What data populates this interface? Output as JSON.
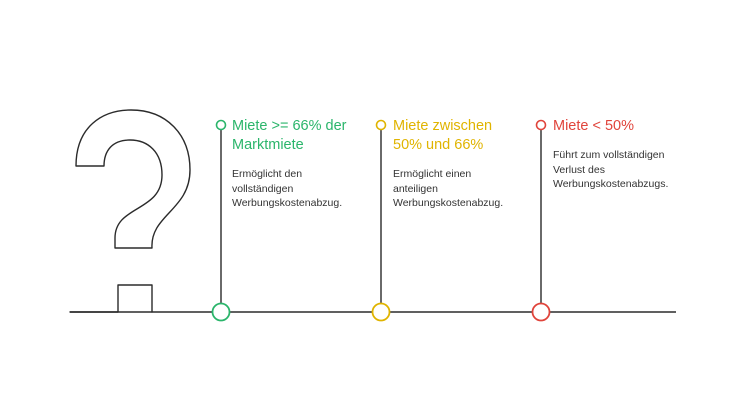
{
  "colors": {
    "line": "#2b2b2b",
    "green": "#2bb56b",
    "yellow": "#e0b400",
    "red": "#e0443b"
  },
  "icon": "question-mark-icon",
  "milestones": [
    {
      "title_line1": "Miete >= 66% der",
      "title_line2": "Marktmiete",
      "desc_line1": "Ermöglicht den",
      "desc_line2": "vollständigen",
      "desc_line3": "Werbungskostenabzug.",
      "color": "#2bb56b"
    },
    {
      "title_line1": "Miete zwischen",
      "title_line2": "50% und 66%",
      "desc_line1": "Ermöglicht einen",
      "desc_line2": "anteiligen",
      "desc_line3": "Werbungskostenabzug.",
      "color": "#e0b400"
    },
    {
      "title_line1": "Miete < 50%",
      "title_line2": "",
      "desc_line1": "Führt zum vollständigen",
      "desc_line2": "Verlust des",
      "desc_line3": "Werbungskostenabzugs.",
      "color": "#e0443b"
    }
  ]
}
